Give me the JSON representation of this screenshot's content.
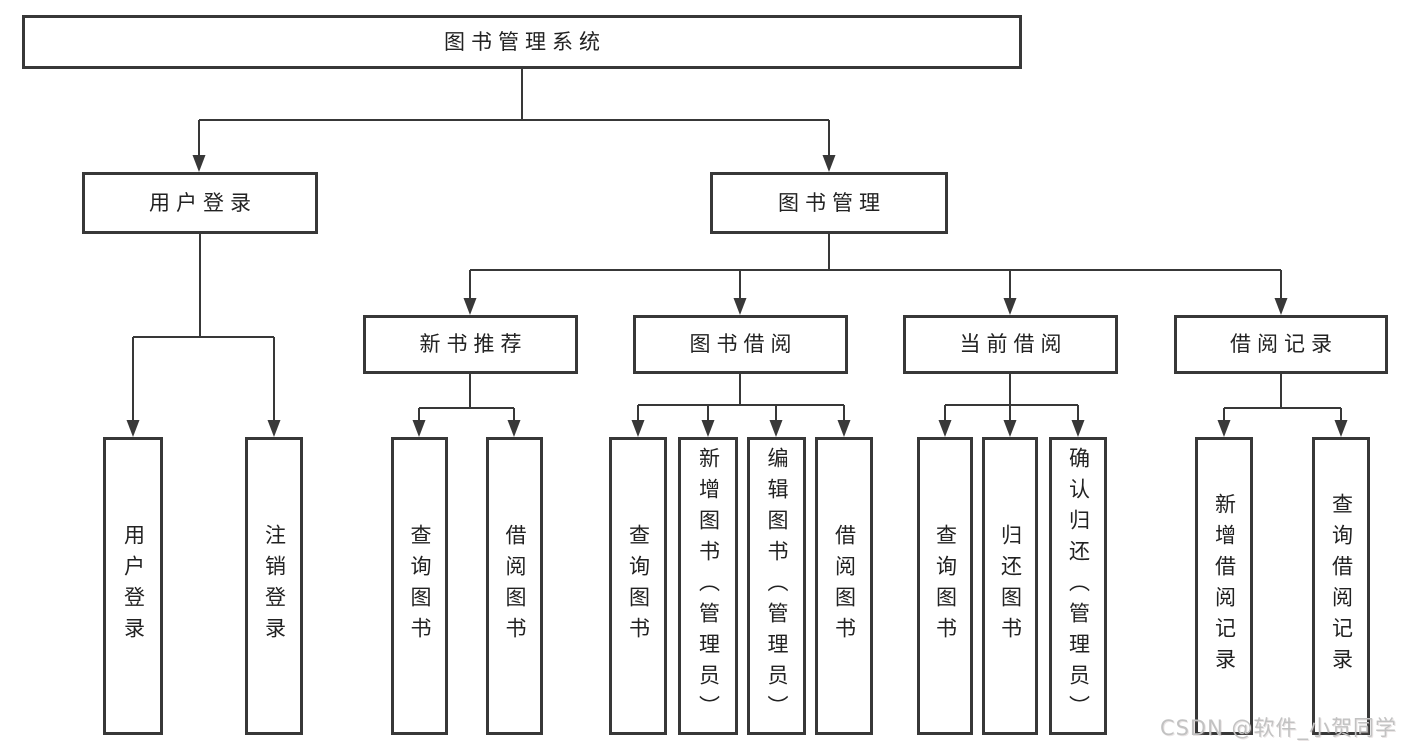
{
  "diagram_title": "图书管理系统",
  "nodes": {
    "root": "图书管理系统",
    "login_group": "用户登录",
    "book_mgmt": "图书管理",
    "new_book_rec": "新书推荐",
    "book_borrow": "图书借阅",
    "current_borrow": "当前借阅",
    "borrow_record": "借阅记录",
    "leaf_user_login": "用户登录",
    "leaf_logout": "注销登录",
    "leaf_nb_query": "查询图书",
    "leaf_nb_borrow": "借阅图书",
    "leaf_bb_query": "查询图书",
    "leaf_bb_add": "新增图书（管理员）",
    "leaf_bb_edit": "编辑图书（管理员）",
    "leaf_bb_borrow": "借阅图书",
    "leaf_cb_query": "查询图书",
    "leaf_cb_return": "归还图书",
    "leaf_cb_confirm": "确认归还（管理员）",
    "leaf_br_add": "新增借阅记录",
    "leaf_br_query": "查询借阅记录"
  },
  "hierarchy": {
    "图书管理系统": {
      "用户登录": [
        "用户登录",
        "注销登录"
      ],
      "图书管理": {
        "新书推荐": [
          "查询图书",
          "借阅图书"
        ],
        "图书借阅": [
          "查询图书",
          "新增图书（管理员）",
          "编辑图书（管理员）",
          "借阅图书"
        ],
        "当前借阅": [
          "查询图书",
          "归还图书",
          "确认归还（管理员）"
        ],
        "借阅记录": [
          "新增借阅记录",
          "查询借阅记录"
        ]
      }
    }
  },
  "watermark": {
    "text": "CSDN @软件_小贺同学"
  },
  "colors": {
    "line": "#383838",
    "box_border": "#383838",
    "text": "#222222",
    "background": "#ffffff",
    "watermark": "#c2c2c2"
  }
}
